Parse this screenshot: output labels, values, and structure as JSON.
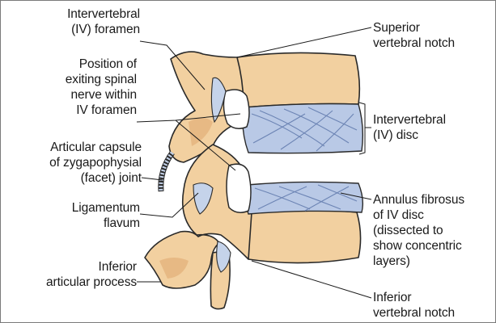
{
  "labels": {
    "iv_foramen": "Intervertebral\n(IV) foramen",
    "spinal_nerve": "Position of\nexiting spinal\nnerve within\nIV foramen",
    "articular_capsule": "Articular capsule\nof zygapophysial\n(facet) joint",
    "ligamentum_flavum": "Ligamentum\nflavum",
    "inferior_articular_process": "Inferior\narticular process",
    "superior_notch": "Superior\nvertebral notch",
    "iv_disc": "Intervertebral\n(IV) disc",
    "annulus_fibrosus": "Annulus fibrosus\nof IV disc\n(dissected to\nshow concentric\nlayers)",
    "inferior_notch": "Inferior\nvertebral notch"
  },
  "colors": {
    "bone": "#f2d0a0",
    "disc": "#b9c9e6",
    "ligament": "#c5d3ea",
    "outline": "#2a2a2a"
  }
}
